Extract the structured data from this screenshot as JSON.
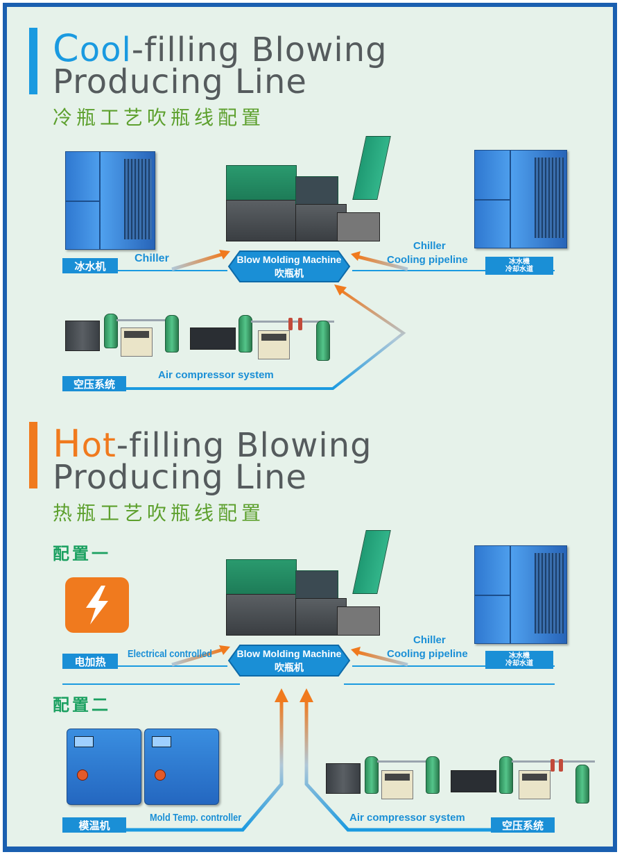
{
  "cool_section": {
    "title_cap": "C",
    "title_accent": "ool",
    "title_rest": "-filling Blowing",
    "title_line2": "Producing Line",
    "title_zh": "冷瓶工艺吹瓶线配置",
    "hub": {
      "en": "Blow Molding Machine",
      "zh": "吹瓶机"
    },
    "chiller_left": {
      "tag": "冰水机",
      "label": "Chiller"
    },
    "chiller_right": {
      "label_line1": "Chiller",
      "label_line2": "Cooling pipeline",
      "tag_line1": "冰水機",
      "tag_line2": "冷却水道"
    },
    "air": {
      "tag": "空压系统",
      "label": "Air compressor system"
    }
  },
  "hot_section": {
    "title_cap": "H",
    "title_accent": "ot",
    "title_rest": "-filling Blowing",
    "title_line2": "Producing Line",
    "title_zh": "热瓶工艺吹瓶线配置",
    "config1": "配置一",
    "config2": "配置二",
    "hub": {
      "en": "Blow Molding Machine",
      "zh": "吹瓶机"
    },
    "electric": {
      "tag": "电加热",
      "label": "Electrical controlled"
    },
    "chiller_right": {
      "label_line1": "Chiller",
      "label_line2": "Cooling pipeline",
      "tag_line1": "冰水機",
      "tag_line2": "冷却水道"
    },
    "mold": {
      "tag": "模温机",
      "label": "Mold Temp. controller"
    },
    "air": {
      "tag": "空压系统",
      "label": "Air compressor system"
    }
  },
  "colors": {
    "frame": "#1a5fb0",
    "background": "#e6f2ea",
    "accent_blue": "#1a9ae0",
    "accent_orange": "#f07a1e",
    "zh_green": "#5da02e",
    "config_green": "#1aa060"
  },
  "icons": [
    "lightning-bolt-icon"
  ]
}
